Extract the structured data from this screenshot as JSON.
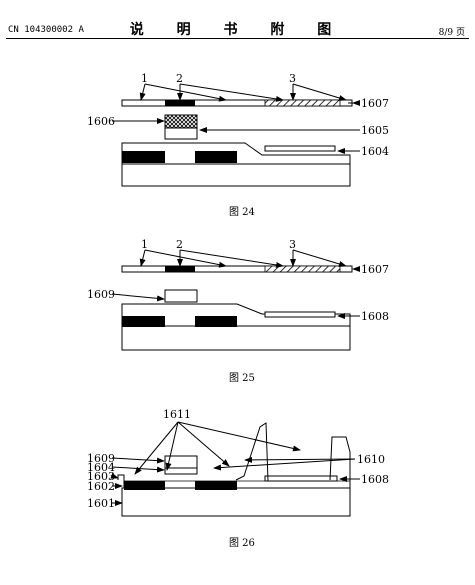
{
  "header": {
    "patent_no": "CN 104300002 A",
    "title": "说 明 书 附 图",
    "page": "8/9 页"
  },
  "figures": [
    {
      "caption": "图 24",
      "labels": {
        "l1": "1",
        "l2": "2",
        "l3": "3",
        "l1607": "1607",
        "l1606": "1606",
        "l1605": "1605",
        "l1604": "1604"
      }
    },
    {
      "caption": "图 25",
      "labels": {
        "l1": "1",
        "l2": "2",
        "l3": "3",
        "l1607": "1607",
        "l1609": "1609",
        "l1608": "1608"
      }
    },
    {
      "caption": "图 26",
      "labels": {
        "l1611": "1611",
        "l1609": "1609",
        "l1604": "1604",
        "l1603": "1603",
        "l1602": "1602",
        "l1601": "1601",
        "l1610": "1610",
        "l1608": "1608"
      }
    }
  ]
}
